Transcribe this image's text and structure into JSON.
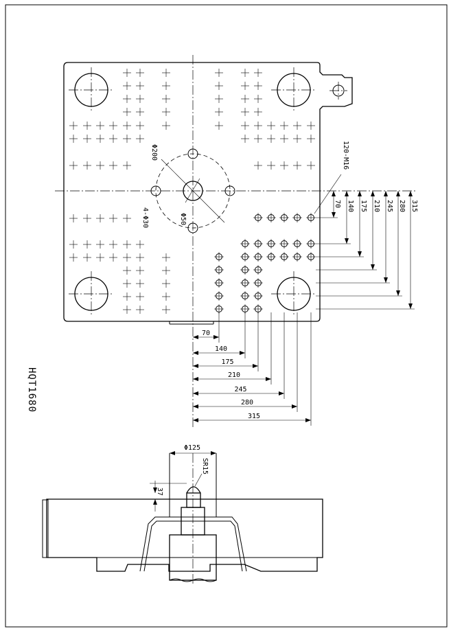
{
  "model_label": "HQT1680",
  "plate_labels": {
    "hole_circle_dia": "Φ200",
    "small_holes": "4-Φ30",
    "center_hole": "Φ50",
    "tapped_holes": "120-M16"
  },
  "dimensions_h": [
    "70",
    "140",
    "175",
    "210",
    "245",
    "280",
    "315"
  ],
  "dimensions_v": [
    "70",
    "140",
    "175",
    "210",
    "245",
    "280",
    "315"
  ],
  "nozzle_labels": {
    "diameter": "Φ125",
    "sphere_radius": "SR15",
    "height": "37"
  }
}
